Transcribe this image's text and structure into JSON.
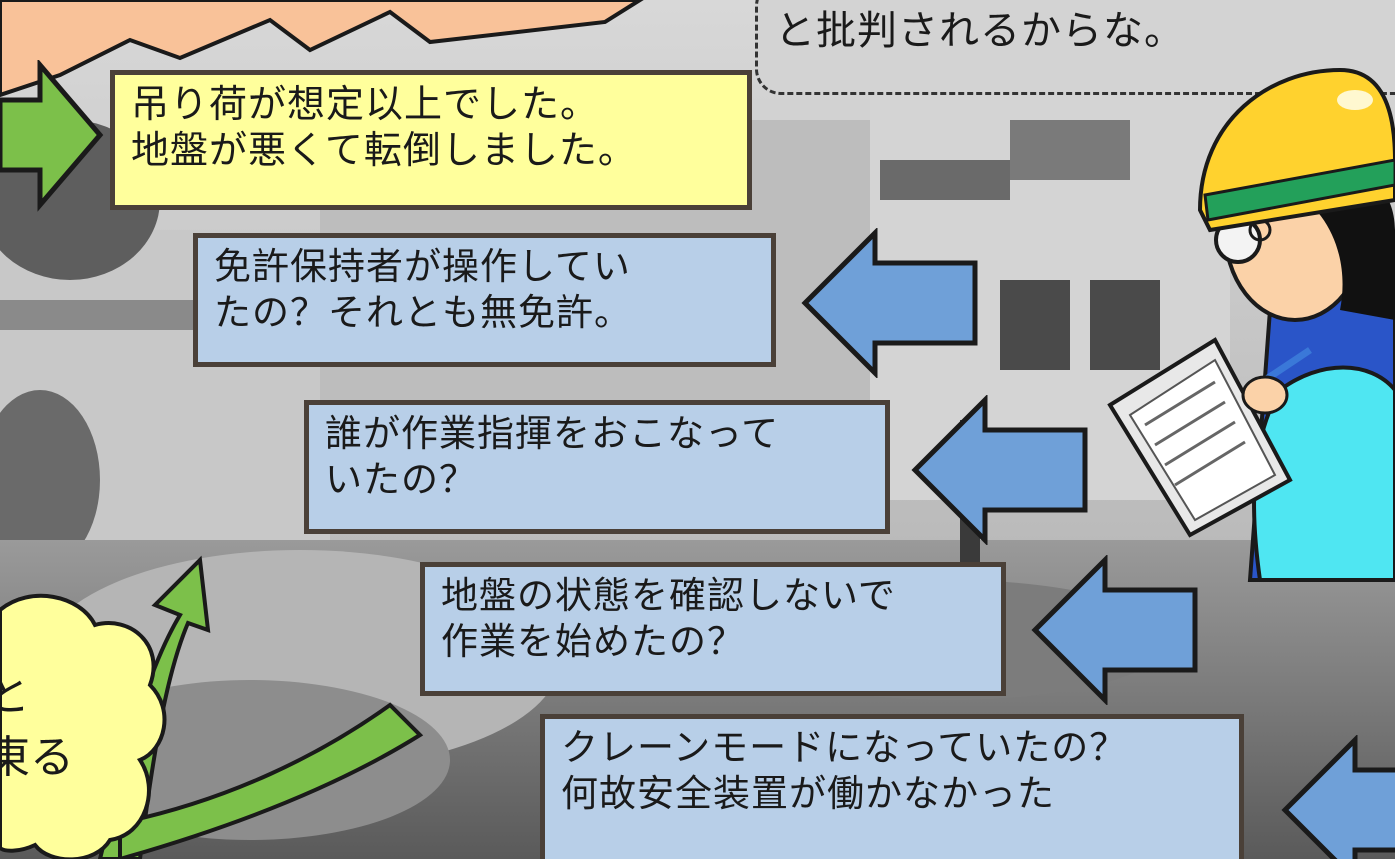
{
  "speech_top_right": {
    "lines": [
      "と批判されるからな。"
    ]
  },
  "answer_box": {
    "lines": [
      "吊り荷が想定以上でした。",
      "地盤が悪くて転倒しました。"
    ]
  },
  "question_boxes": [
    {
      "lines": [
        "免許保持者が操作してい",
        "たの？それとも無免許。"
      ]
    },
    {
      "lines": [
        "誰が作業指揮をおこなって",
        "いたの？"
      ]
    },
    {
      "lines": [
        "地盤の状態を確認しないで",
        "作業を始めたの？"
      ]
    },
    {
      "lines": [
        "クレーンモードになっていたの？",
        "何故安全装置が働かなかった"
      ]
    }
  ],
  "cloud": {
    "lines": [
      "と",
      "東る"
    ]
  },
  "colors": {
    "question_fill": "#b8cfe8",
    "answer_fill": "#ffff9c",
    "cloud_fill": "#ffff9c",
    "blue_arrow": "#6fa0d8",
    "green_arrow": "#7cc04a",
    "dashed_bubble": "#d3d3d3",
    "salmon_bubble": "#f9c299",
    "border": "#4a4038"
  },
  "icons": [
    "inspector-character-icon",
    "clipboard-icon",
    "helmet-icon"
  ]
}
